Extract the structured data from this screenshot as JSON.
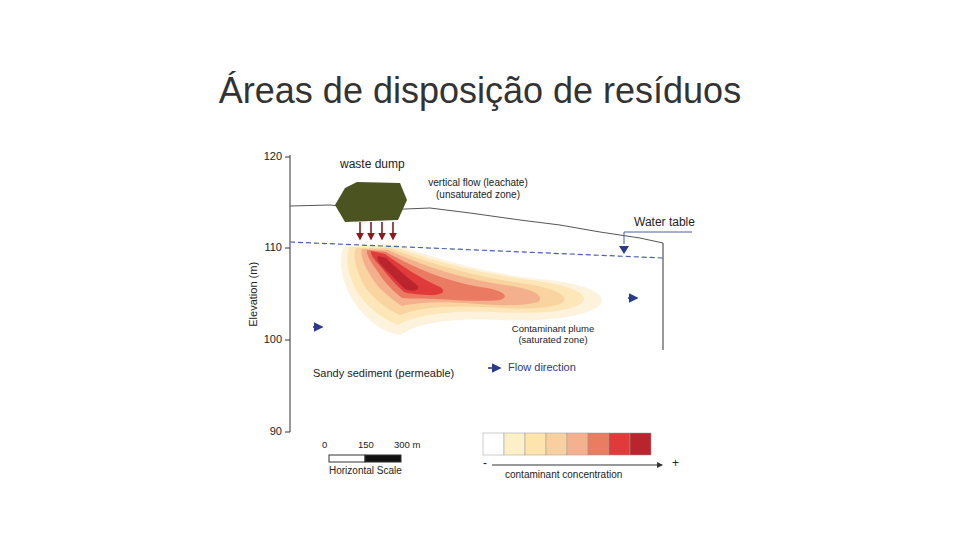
{
  "diagram": {
    "title": "Áreas de disposição de resíduos",
    "nodes": [
      {
        "text": [
          "waste dump"
        ]
      }
    ],
    "labels": [
      "120",
      "110",
      "100",
      "90",
      "Elevation (m)",
      "vertical flow (leachate) (unsaturated zone)",
      "Water table",
      "Contaminant plume (saturated zone)",
      "Sandy sediment (permeable)",
      "0",
      "150",
      "300 m",
      "Horizontal Scale",
      "-",
      "+",
      "contaminant concentration"
    ],
    "legend": [
      {
        "text": "Flow direction"
      }
    ]
  }
}
